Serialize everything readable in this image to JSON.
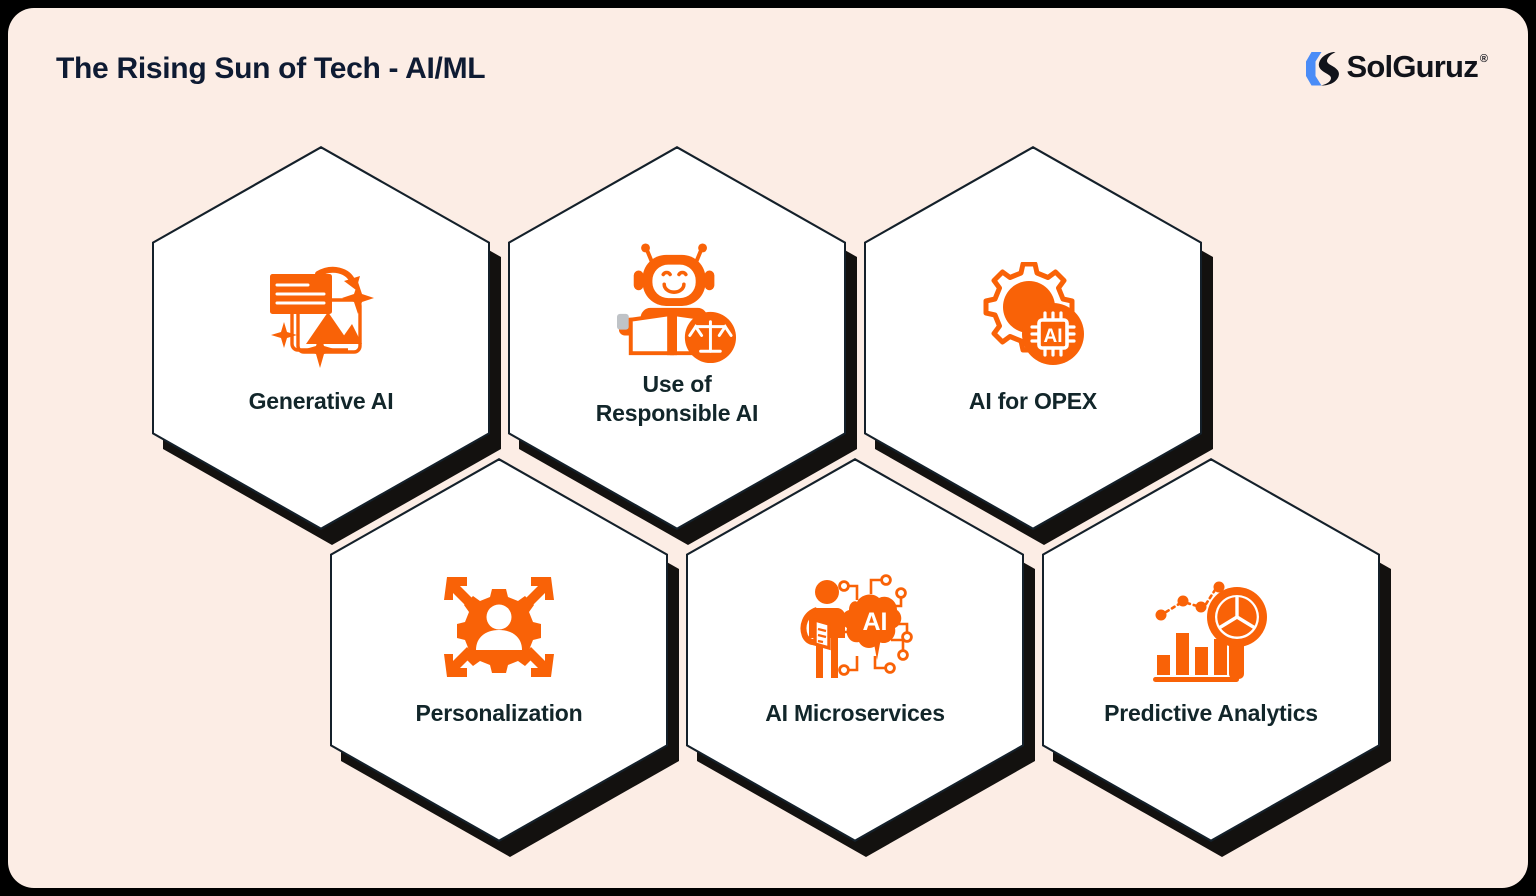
{
  "header": {
    "title": "The Rising Sun of Tech - AI/ML",
    "brand_name": "SolGuruz",
    "brand_trademark": "®",
    "brand_mark_icon": "solguruz-s-hexagon-logo-icon"
  },
  "theme": {
    "page_border": "#000000",
    "panel_background": "#FCEDE5",
    "hex_face": "#FFFFFF",
    "hex_outline": "#14202A",
    "hex_shadow": "#13110F",
    "accent_orange": "#F96207",
    "title_navy": "#0E1B33",
    "label_dark": "#12262A",
    "logo_blue": "#4A8CF7",
    "logo_dark": "#11131A"
  },
  "hexagons": [
    {
      "label": "Generative AI",
      "icon": "generative-ai-text-to-image-icon",
      "row": 1,
      "col": 1
    },
    {
      "label": "Use of\nResponsible AI",
      "label_line1": "Use of",
      "label_line2": "Responsible AI",
      "icon": "responsible-ai-robot-reading-scales-icon",
      "row": 1,
      "col": 2
    },
    {
      "label": "AI for OPEX",
      "icon": "gear-ai-chip-icon",
      "row": 1,
      "col": 3
    },
    {
      "label": "Personalization",
      "icon": "gear-person-arrows-icon",
      "row": 2,
      "col": 1
    },
    {
      "label": "AI Microservices",
      "icon": "person-ai-brain-circuit-icon",
      "row": 2,
      "col": 2
    },
    {
      "label": "Predictive Analytics",
      "icon": "bar-chart-trend-magnifier-pie-icon",
      "row": 2,
      "col": 3
    }
  ]
}
